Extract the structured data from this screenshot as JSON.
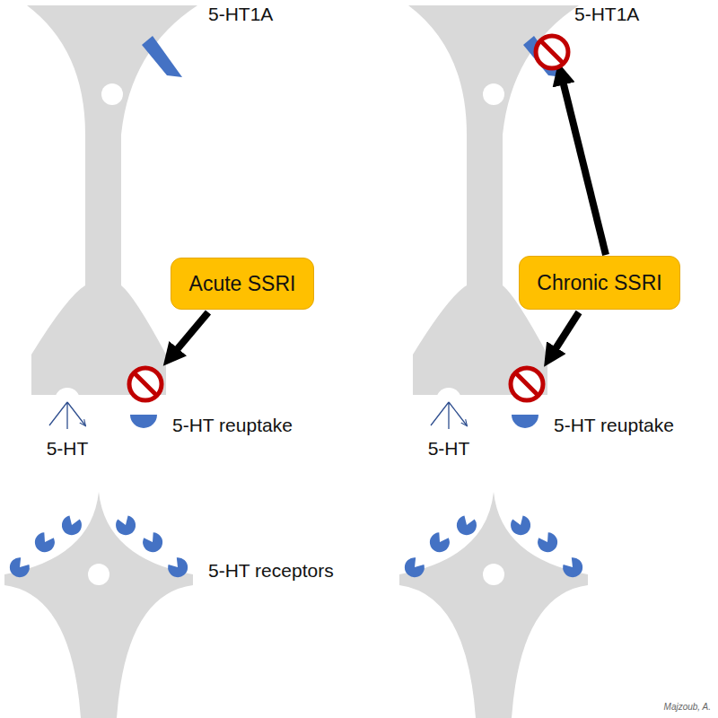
{
  "diagram": {
    "nodes": [
      {
        "text": [
          "Acute SSRI"
        ]
      },
      {
        "text": [
          "Chronic SSRI"
        ]
      }
    ],
    "labels": [
      "5-HT1A",
      "5-HT",
      "5-HT reuptake",
      "5-HT receptors",
      "5-HT1A",
      "5-HT",
      "5-HT reuptake",
      "Majzoub, A."
    ]
  }
}
